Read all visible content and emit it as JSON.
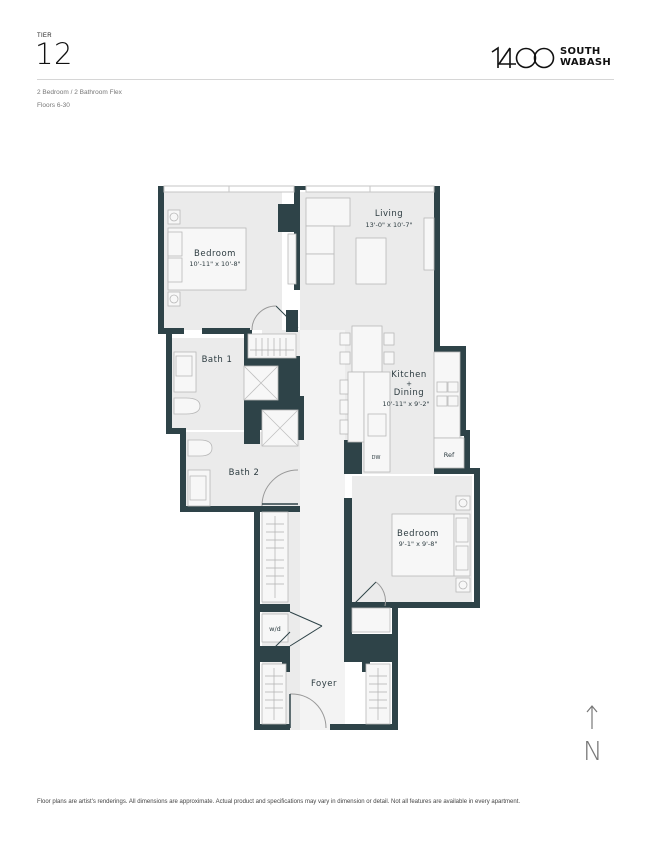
{
  "header": {
    "tier_label": "TIER",
    "tier_number": "12",
    "unit_type": "2 Bedroom / 2 Bathroom Flex",
    "floors": "Floors 6-30",
    "logo": {
      "numerals": "1400",
      "line1": "SOUTH",
      "line2": "WABASH"
    }
  },
  "rooms": {
    "bedroom1": {
      "name": "Bedroom",
      "dims": "10'-11\" x 10'-8\""
    },
    "living": {
      "name": "Living",
      "dims": "13'-0\" x 10'-7\""
    },
    "bath1": {
      "name": "Bath 1"
    },
    "kitchen": {
      "name_line1": "Kitchen",
      "name_line2": "+",
      "name_line3": "Dining",
      "dims": "10'-11\" x 9'-2\""
    },
    "bath2": {
      "name": "Bath 2"
    },
    "bedroom2": {
      "name": "Bedroom",
      "dims": "9'-1\" x 9'-8\""
    },
    "foyer": {
      "name": "Foyer"
    }
  },
  "appliances": {
    "dishwasher": "DW",
    "refrigerator": "Ref",
    "washer_dryer": "w/d"
  },
  "compass": {
    "label": "N"
  },
  "colors": {
    "wall": "#2e4348",
    "floor": "#ebebeb",
    "fixture": "#f7f7f7",
    "fixture_stroke": "#b8b8b8"
  },
  "footer": {
    "disclaimer": "Floor plans are artist's renderings. All dimensions are approximate. Actual product and specifications may vary in dimension or detail. Not all features are available in every apartment."
  }
}
